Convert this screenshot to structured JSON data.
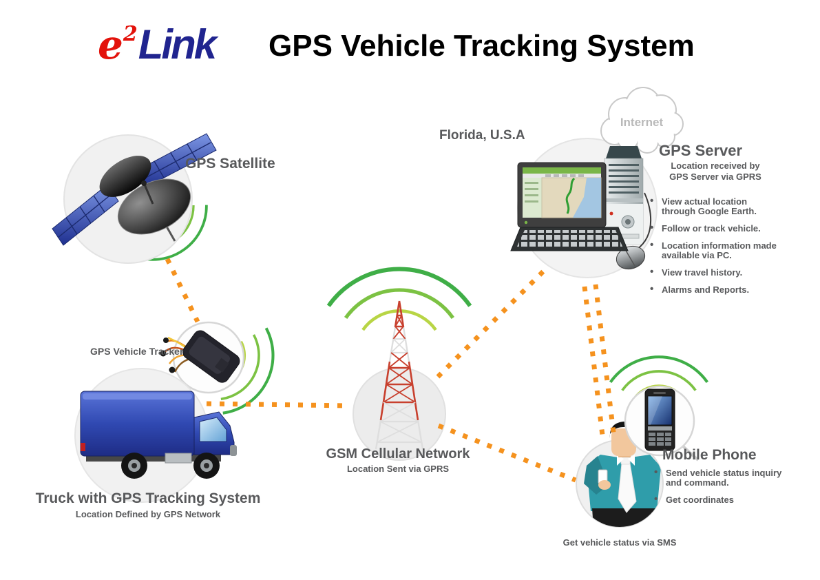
{
  "header": {
    "logo_e": "e",
    "logo_sup": "2",
    "logo_link": "Link",
    "title": "GPS Vehicle Tracking System"
  },
  "region_label": "Florida, U.S.A",
  "internet_label": "Internet",
  "satellite": {
    "label": "GPS Satellite"
  },
  "server": {
    "title": "GPS Server",
    "subtitle_line1": "Location received by",
    "subtitle_line2": "GPS Server via GPRS",
    "bullets": [
      "View actual location through Google Earth.",
      "Follow or track vehicle.",
      "Location information made available via PC.",
      "View travel history.",
      "Alarms and Reports."
    ]
  },
  "tracker": {
    "label": "GPS Vehicle Tracker"
  },
  "truck": {
    "title": "Truck with GPS Tracking System",
    "subtitle": "Location Defined by GPS Network"
  },
  "gsm": {
    "title": "GSM Cellular Network",
    "subtitle": "Location Sent via GPRS"
  },
  "mobile": {
    "title": "Mobile Phone",
    "bullets": [
      "Send vehicle status inquiry and command.",
      "Get coordinates"
    ]
  },
  "sms_caption": "Get vehicle status via SMS",
  "colors": {
    "dash_orange": "#F5921E",
    "wave_green": "#3FAE47",
    "text_grey": "#58595B",
    "logo_red": "#E3120B",
    "logo_navy": "#20248F",
    "truck_blue": "#2B3A9E",
    "tower_red": "#C8402E",
    "shirt_teal": "#2F9DAA"
  }
}
